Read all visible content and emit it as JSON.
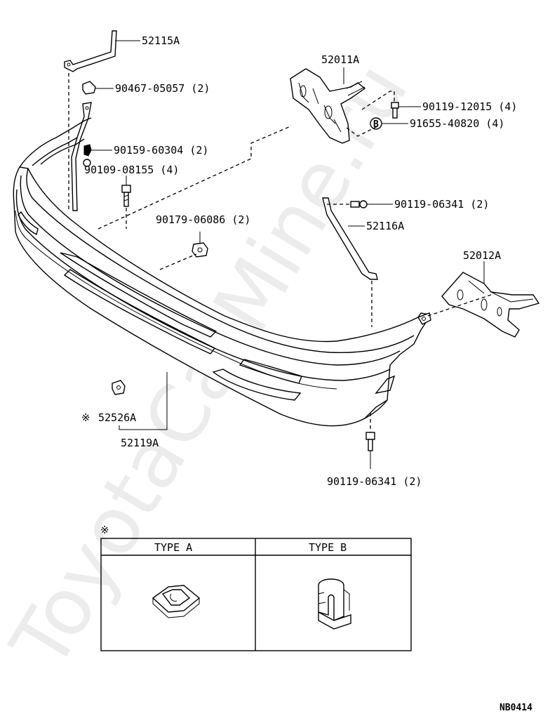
{
  "parts": [
    {
      "id": "52115A",
      "label": "52115A"
    },
    {
      "id": "90467-05057",
      "label": "90467-05057 (2)"
    },
    {
      "id": "52011A",
      "label": "52011A"
    },
    {
      "id": "90119-12015",
      "label": "90119-12015 (4)"
    },
    {
      "id": "91655-40820",
      "label": "91655-40820 (4)"
    },
    {
      "id": "90159-60304",
      "label": "90159-60304 (2)"
    },
    {
      "id": "90109-08155",
      "label": "90109-08155 (4)"
    },
    {
      "id": "90119-06341-top",
      "label": "90119-06341 (2)"
    },
    {
      "id": "52116A",
      "label": "52116A"
    },
    {
      "id": "90179-06086",
      "label": "90179-06086 (2)"
    },
    {
      "id": "52012A",
      "label": "52012A"
    },
    {
      "id": "52526A",
      "label": "52526A"
    },
    {
      "id": "52119A",
      "label": "52119A"
    },
    {
      "id": "90119-06341-bottom",
      "label": "90119-06341 (2)"
    }
  ],
  "note_mark": "※",
  "b_marker": "B",
  "type_table": {
    "mark": "※",
    "headers": [
      "TYPE A",
      "TYPE B"
    ]
  },
  "watermark": "ToyotaCarMine.ru",
  "diagram_code": "NB0414"
}
